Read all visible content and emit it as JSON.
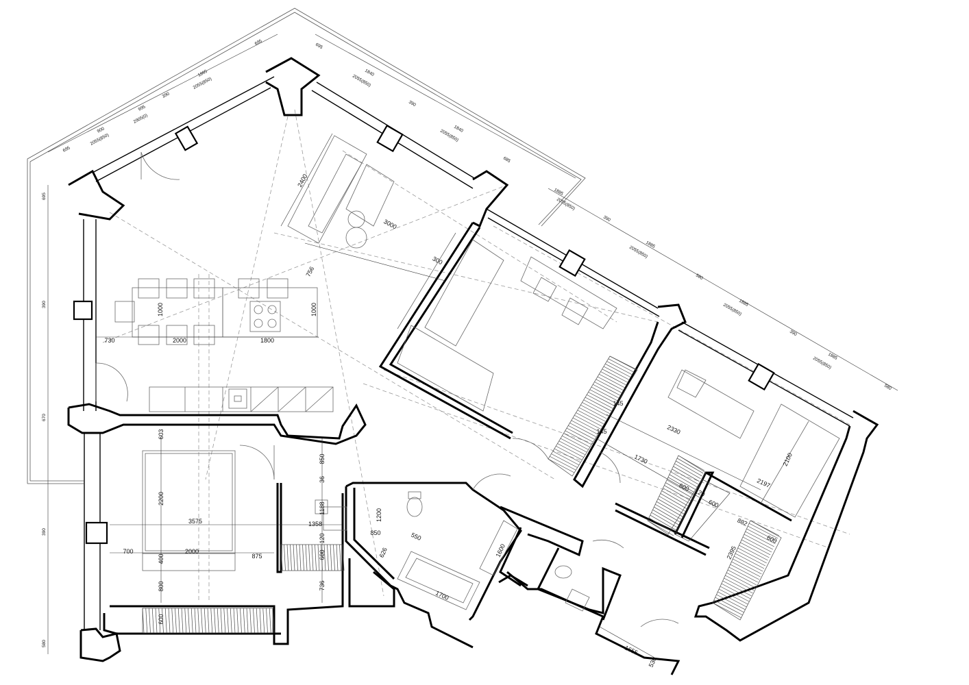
{
  "dimensions": {
    "living_table_span": "1800",
    "living_dining_span": "2000",
    "living_left": "730",
    "living_table_depth_a": "1000",
    "living_table_depth_b": "1000",
    "kitchen_diag_a": "2400",
    "kitchen_diag_b": "3000",
    "kitchen_diag_c": "756",
    "kitchen_diag_d": "300",
    "bed_width": "3575",
    "bed_len": "2200",
    "bed_depth": "603",
    "bed_left": "700",
    "bed_mid": "2000",
    "bed_right": "875",
    "bed_400": "400",
    "bed_800": "800",
    "bed_600": "600",
    "hall_850": "850",
    "hall_36": "36",
    "hall_1188": "1188",
    "hall_1358": "1358",
    "hall_120": "120",
    "hall_600": "600",
    "hall_736": "736",
    "bath_1200": "1200",
    "bath_850": "850",
    "bath_550": "550",
    "bath_626": "626",
    "bath_1600": "1600",
    "bath_1700": "1700",
    "room2_145a": "145",
    "room2_145b": "145",
    "room2_2330": "2330",
    "room2_1730": "1730",
    "room2_600a": "600",
    "room2_120": "120",
    "room2_600b": "600",
    "room2_2197": "2197",
    "room2_2100": "2100",
    "room2_882": "882",
    "room2_2395": "2395",
    "room2_600c": "600",
    "entry_1655": "1655",
    "entry_530": "530"
  },
  "top_dims": {
    "a_695": "695",
    "a_900": "900",
    "a_2055_850": "2055(850)",
    "a_995": "995",
    "a_2905": "2905(0)",
    "a_390": "390",
    "a_1895": "1895",
    "a_2055_850b": "2055(850)",
    "a_695b": "695"
  },
  "right_dims": {
    "b_695": "695",
    "b_1840": "1840",
    "b_2055": "2055(850)",
    "b_390": "390",
    "b_1840b": "1840",
    "b_2055b": "2055(850)",
    "b_685": "685",
    "b_1885": "1885",
    "b_2055c": "2055(850)",
    "b_390b": "390",
    "b_1885b": "1885",
    "b_2055d": "2055(850)",
    "b_580": "580",
    "b_1885c": "1885",
    "b_2055e": "2055(850)",
    "b_390c": "390",
    "b_1885d": "1885",
    "b_2055f": "2055(850)",
    "b_580b": "580"
  },
  "left_dims": {
    "c_695": "695",
    "c_390": "390",
    "c_670": "670",
    "c_390b": "390",
    "c_580": "580"
  }
}
